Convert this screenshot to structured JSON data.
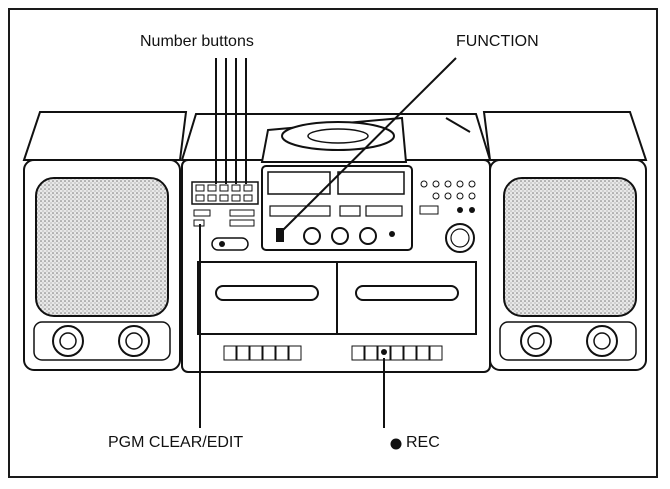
{
  "labels": {
    "number_buttons": "Number buttons",
    "function": "FUNCTION",
    "pgm_clear_edit": "PGM CLEAR/EDIT",
    "rec": "REC"
  }
}
